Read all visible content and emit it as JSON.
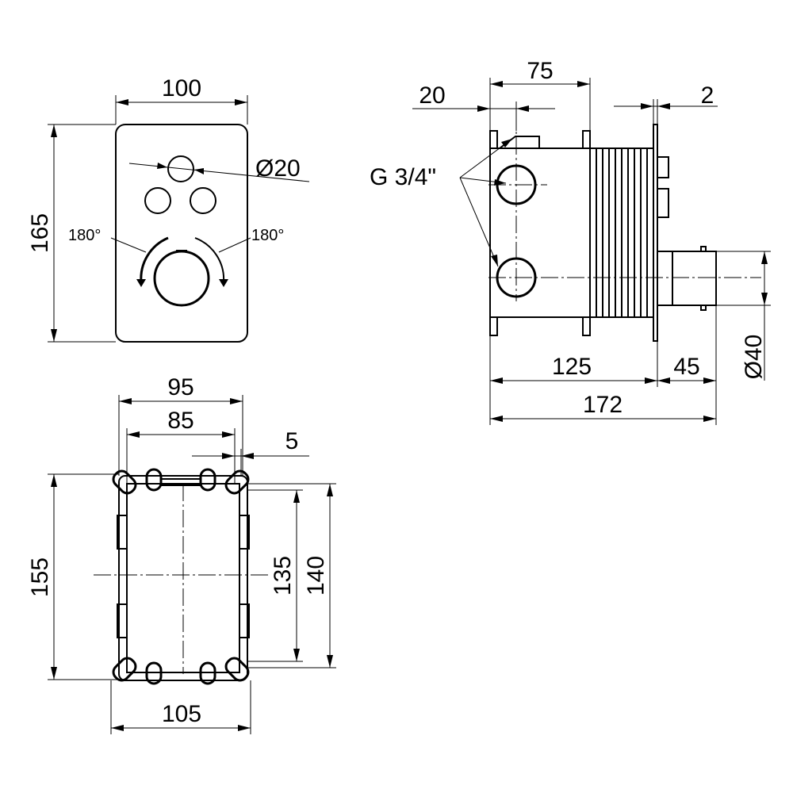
{
  "front_view": {
    "width_label": "100",
    "height_label": "165",
    "button_dia_label": "Ø20",
    "rotation_left_label": "180°",
    "rotation_right_label": "180°"
  },
  "side_view": {
    "top_offset_label": "20",
    "top_width_label": "75",
    "plate_label": "2",
    "thread_label": "G 3/4\"",
    "body_label": "125",
    "protrusion_label": "45",
    "total_label": "172",
    "knob_dia_label": "Ø40"
  },
  "box_view": {
    "outer_width_label": "95",
    "inner_width_label": "85",
    "offset_label": "5",
    "height_outer_label": "155",
    "height_inner_label": "135",
    "height_mid_label": "140",
    "bottom_width_label": "105"
  }
}
